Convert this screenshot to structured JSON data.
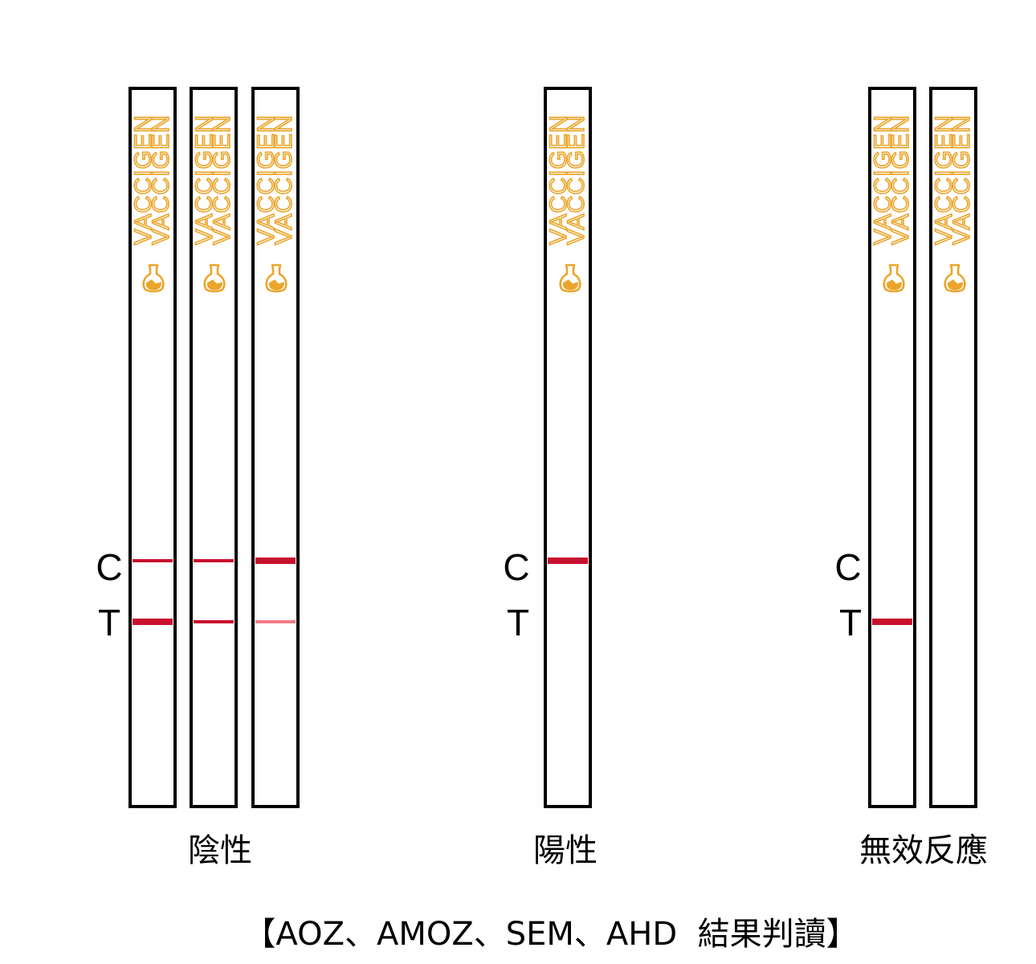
{
  "brand": {
    "name": "VACCIGEN",
    "color": "#eba52b"
  },
  "line_labels": {
    "control": "C",
    "test": "T"
  },
  "line_color": "#c8102e",
  "faint_line_color": "#f07b86",
  "groups": [
    {
      "label": "陰性",
      "strips": [
        {
          "control": "thin",
          "test": "thick"
        },
        {
          "control": "thin",
          "test": "thin"
        },
        {
          "control": "thick",
          "test": "faint"
        }
      ]
    },
    {
      "label": "陽性",
      "strips": [
        {
          "control": "thick",
          "test": "none"
        }
      ]
    },
    {
      "label": "無效反應",
      "strips": [
        {
          "control": "none",
          "test": "thick"
        },
        {
          "control": "none",
          "test": "none"
        }
      ]
    }
  ],
  "caption": "【AOZ、AMOZ、SEM、AHD  結果判讀】"
}
